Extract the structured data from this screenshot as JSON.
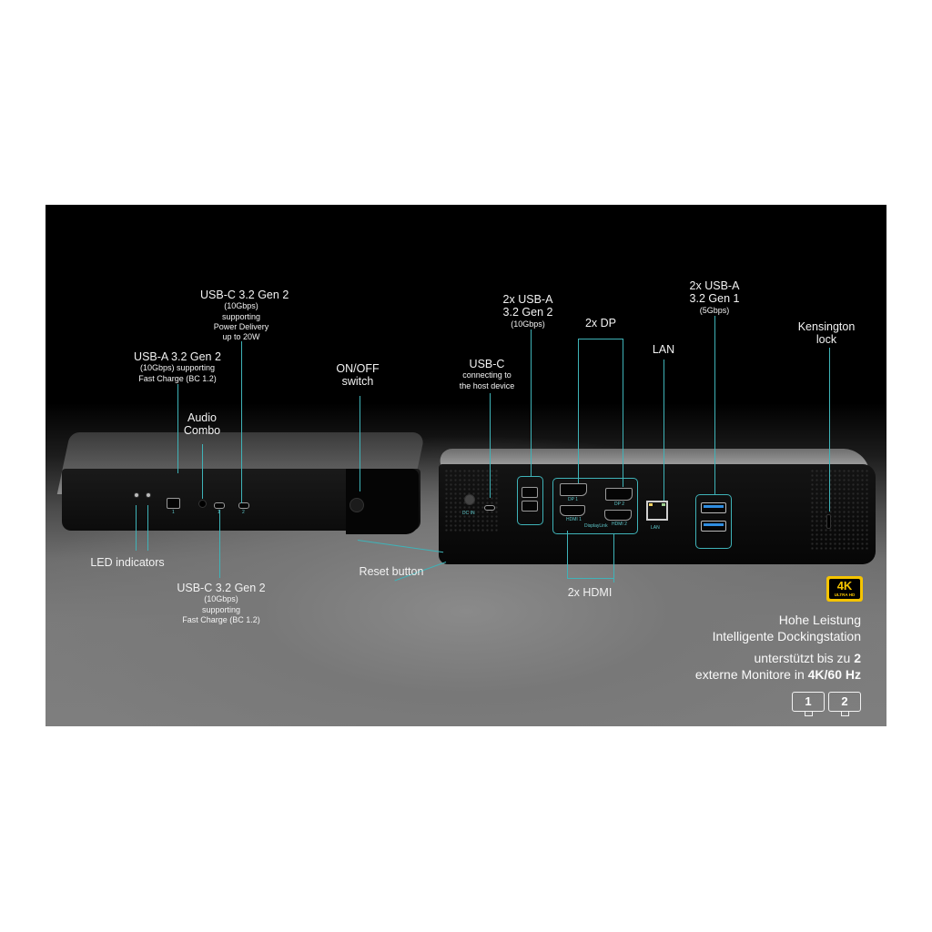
{
  "image": {
    "background_top": "#000000",
    "background_bottom": "#7e7e7e",
    "accent_line_color": "#3fb3b8",
    "badge_color": "#f5c400"
  },
  "left_dock_callouts": {
    "usbc_pd": {
      "title": "USB-C 3.2 Gen 2",
      "lines": [
        "(10Gbps)",
        "supporting",
        "Power Delivery",
        "up to 20W"
      ]
    },
    "usba_fast": {
      "title": "USB-A 3.2 Gen 2",
      "lines": [
        "(10Gbps) supporting",
        "Fast Charge (BC 1.2)"
      ]
    },
    "audio": {
      "title_line1": "Audio",
      "title_line2": "Combo"
    },
    "onoff": {
      "title_line1": "ON/OFF",
      "title_line2": "switch"
    },
    "led": {
      "title": "LED indicators"
    },
    "reset": {
      "title": "Reset button"
    },
    "usbc_fast": {
      "title": "USB-C 3.2 Gen 2",
      "lines": [
        "(10Gbps)",
        "supporting",
        "Fast Charge (BC 1.2)"
      ]
    }
  },
  "right_dock_callouts": {
    "usbc_host": {
      "title": "USB-C",
      "lines": [
        "connecting to",
        "the host device"
      ]
    },
    "usba_gen2": {
      "title_line1": "2x USB-A",
      "title_line2": "3.2 Gen 2",
      "lines": [
        "(10Gbps)"
      ]
    },
    "dp": {
      "title": "2x DP"
    },
    "lan": {
      "title": "LAN"
    },
    "usba_gen1": {
      "title_line1": "2x USB-A",
      "title_line2": "3.2 Gen 1",
      "lines": [
        "(5Gbps)"
      ]
    },
    "kensington": {
      "title_line1": "Kensington",
      "title_line2": "lock"
    },
    "hdmi": {
      "title": "2x HDMI"
    }
  },
  "port_markings": {
    "left": [
      "1",
      "1",
      "2"
    ],
    "dc_in": "DC IN",
    "dp1": "DP 1",
    "dp2": "DP 2",
    "hdmi1": "HDMI 1",
    "hdmi2": "HDMI 2",
    "displaylink": "DisplayLink",
    "lan": "LAN"
  },
  "badge": {
    "main": "4K",
    "sub": "ULTRA HD"
  },
  "promo": {
    "line1": "Hohe Leistung",
    "line2": "Intelligente Dockingstation",
    "line3_pre": "unterstützt bis zu ",
    "line3_bold": "2",
    "line4_pre": "externe Monitore in ",
    "line4_bold": "4K/60 Hz"
  },
  "monitors": [
    "1",
    "2"
  ]
}
